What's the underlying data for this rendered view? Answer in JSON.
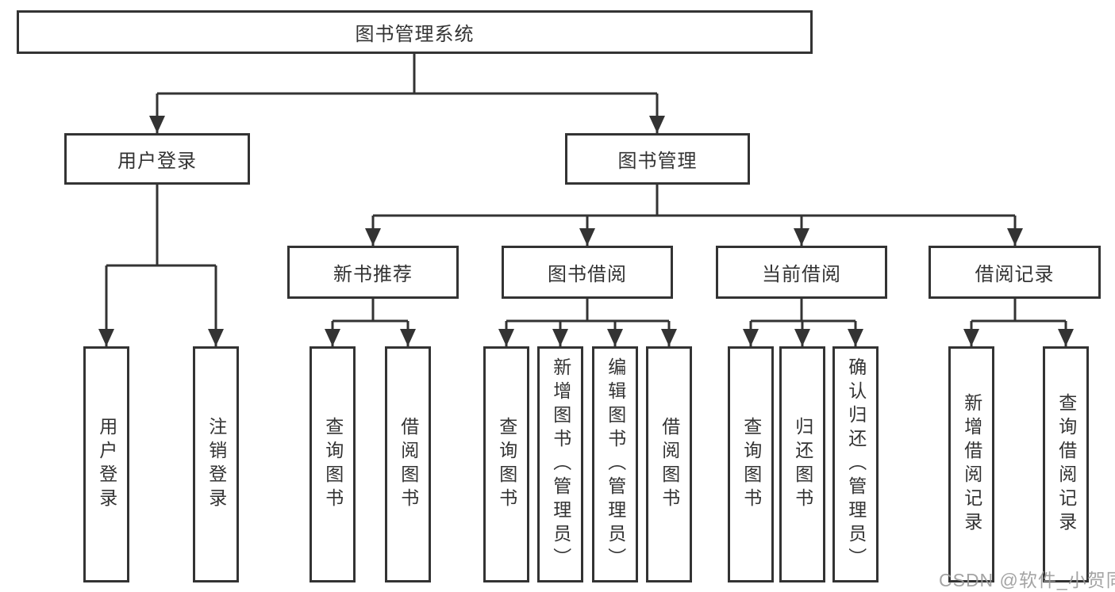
{
  "diagram": {
    "root": {
      "label": "图书管理系统"
    },
    "branches": [
      {
        "label": "用户登录",
        "children": [
          {
            "label": "用户登录"
          },
          {
            "label": "注销登录"
          }
        ]
      },
      {
        "label": "图书管理",
        "children": [
          {
            "label": "新书推荐",
            "children": [
              {
                "label": "查询图书"
              },
              {
                "label": "借阅图书"
              }
            ]
          },
          {
            "label": "图书借阅",
            "children": [
              {
                "label": "查询图书"
              },
              {
                "label": "新增图书（管理员）"
              },
              {
                "label": "编辑图书（管理员）"
              },
              {
                "label": "借阅图书"
              }
            ]
          },
          {
            "label": "当前借阅",
            "children": [
              {
                "label": "查询图书"
              },
              {
                "label": "归还图书"
              },
              {
                "label": "确认归还（管理员）"
              }
            ]
          },
          {
            "label": "借阅记录",
            "children": [
              {
                "label": "新增借阅记录"
              },
              {
                "label": "查询借阅记录"
              }
            ]
          }
        ]
      }
    ]
  },
  "watermark": {
    "text": "CSDN @软件_小贺同学"
  },
  "colors": {
    "line": "#333333",
    "box_border": "#333333",
    "text": "#333333",
    "watermark": "#9b9b9b",
    "background": "#ffffff"
  }
}
